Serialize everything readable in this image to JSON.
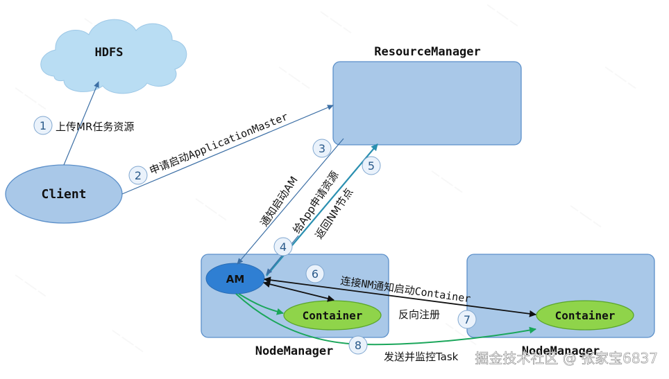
{
  "nodes": {
    "hdfs": "HDFS",
    "resource_manager": "ResourceManager",
    "client": "Client",
    "am": "AM",
    "node_manager_1": "NodeManager",
    "node_manager_2": "NodeManager",
    "container_1": "Container",
    "container_2": "Container"
  },
  "steps": [
    {
      "num": "1",
      "label": "上传MR任务资源"
    },
    {
      "num": "2",
      "label": "申请启动ApplicationMaster"
    },
    {
      "num": "3",
      "label": "通知启动AM"
    },
    {
      "num": "4",
      "label": "给App申请资源"
    },
    {
      "num": "5",
      "label": "返回NM节点"
    },
    {
      "num": "6",
      "label": "连接NM通知启动Container"
    },
    {
      "num": "7",
      "label": "反向注册"
    },
    {
      "num": "8",
      "label": "发送并监控Task"
    }
  ],
  "watermark": "掘金技术社区 @ 张家宝6837",
  "colors": {
    "box_fill": "#a9c8e8",
    "box_stroke": "#5b8fc9",
    "am_fill": "#2f7fd3",
    "container_fill": "#8fd44a",
    "container_stroke": "#5aa52a",
    "green_arrow": "#1aa65a",
    "blue_arrow": "#4a7fb5",
    "circle_fill": "#eaf2fb"
  }
}
